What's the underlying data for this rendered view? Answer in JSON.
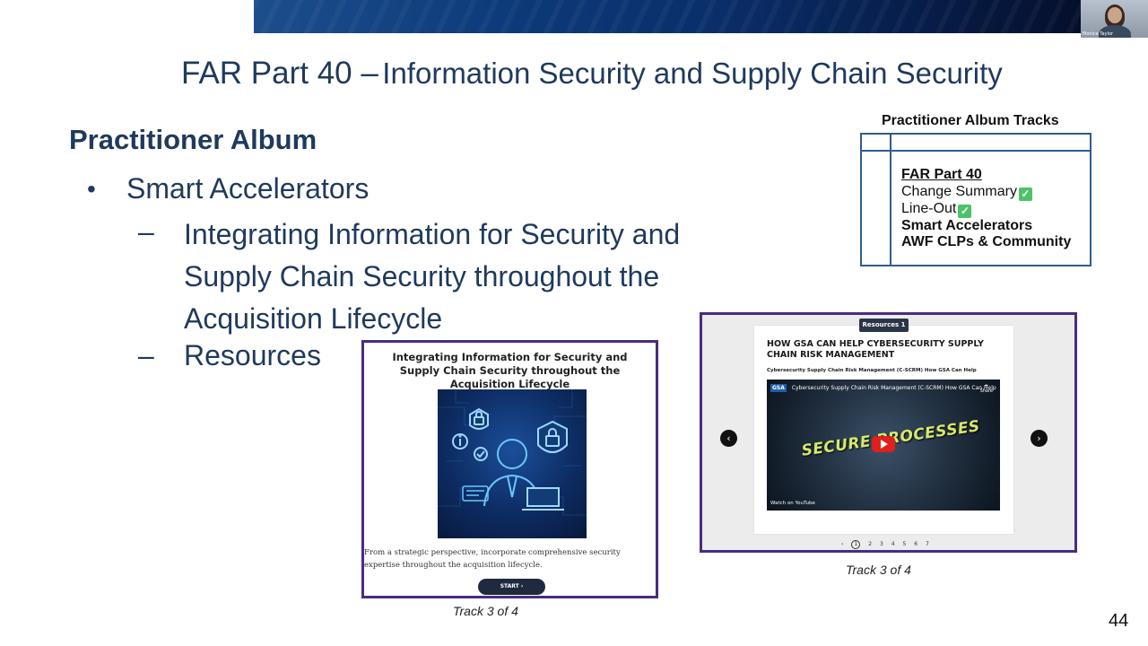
{
  "slide": {
    "title_part1": "FAR Part 40 –",
    "title_part2": "Information Security and Supply Chain Security",
    "heading": "Practitioner Album",
    "bullet": "Smart Accelerators",
    "sub_items": [
      "Integrating Information for Security and Supply Chain Security throughout the Acquisition Lifecycle",
      "Resources"
    ],
    "page_number": "44"
  },
  "presenter": {
    "name": "Monica Taylor"
  },
  "tracks_box": {
    "heading": "Practitioner Album Tracks",
    "items": [
      "FAR Part 40",
      "Change Summary",
      "Line-Out",
      "Smart Accelerators",
      "AWF CLPs & Community"
    ],
    "check_glyph": "✓"
  },
  "card_left": {
    "title": "Integrating Information for Security and Supply Chain Security throughout the Acquisition Lifecycle",
    "description": "From a strategic perspective, incorporate comprehensive security expertise throughout the acquisition lifecycle.",
    "start_label": "START",
    "start_chevron": "›",
    "track_label": "Track 3 of 4",
    "illustration_icons": [
      "person-icon",
      "padlock-icon",
      "shield-lock-icon",
      "info-icon",
      "checkmark-icon",
      "laptop-icon"
    ]
  },
  "card_right": {
    "tab_label": "Resources 1",
    "title": "HOW GSA CAN HELP CYBERSECURITY SUPPLY CHAIN RISK MANAGEMENT",
    "subtitle": "Cybersecurity Supply Chain Risk Management (C-SCRM) How GSA Can Help",
    "video": {
      "channel_badge": "GSA",
      "title": "Cybersecurity Supply Chain Risk Management (C-SCRM) How GSA Can Help",
      "share_glyph": "➦",
      "share_label": "Share",
      "overlay_text": "SECURE PROCESSES",
      "watch_on": "Watch on",
      "platform": "YouTube"
    },
    "prev_glyph": "‹",
    "next_glyph": "›",
    "pager": {
      "prev": "›",
      "pages": [
        "1",
        "2",
        "3",
        "4",
        "5",
        "6",
        "7"
      ],
      "active": "1"
    },
    "track_label": "Track 3 of 4"
  },
  "colors": {
    "title_text": "#1f3a5c",
    "card_border": "#4b2c7e",
    "table_border": "#2f5d8c",
    "check_green": "#4cc36a",
    "play_red": "#e0201a"
  }
}
